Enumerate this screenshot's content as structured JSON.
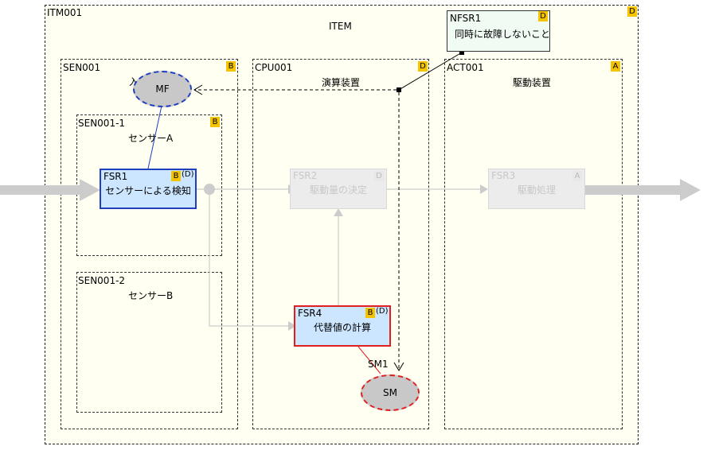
{
  "item": {
    "id": "ITM001",
    "name": "ITEM",
    "asil": "D"
  },
  "nfsr": {
    "id": "NFSR1",
    "name": "同時に故障しないこと",
    "asil": "D"
  },
  "sen001": {
    "id": "SEN001",
    "name": "入",
    "asil": "B"
  },
  "sen001_1": {
    "id": "SEN001-1",
    "name": "センサーA",
    "asil": "B"
  },
  "sen001_2": {
    "id": "SEN001-2",
    "name": "センサーB"
  },
  "cpu": {
    "id": "CPU001",
    "name": "演算装置",
    "asil": "D"
  },
  "act": {
    "id": "ACT001",
    "name": "駆動装置",
    "asil": "A"
  },
  "fsr1": {
    "id": "FSR1",
    "name": "センサーによる検知",
    "asil": "B",
    "asil_sub": "(D)"
  },
  "fsr2": {
    "id": "FSR2",
    "name": "駆動量の決定",
    "asil": "D"
  },
  "fsr3": {
    "id": "FSR3",
    "name": "駆動処理",
    "asil": "A"
  },
  "fsr4": {
    "id": "FSR4",
    "name": "代替値の計算",
    "asil": "B",
    "asil_sub": "(D)"
  },
  "mf": {
    "label": "MF"
  },
  "sm": {
    "label": "SM",
    "link_label": "SM1"
  },
  "colors": {
    "container_fill": "#fffff2",
    "badge": "#f5c400",
    "fsr_fill": "#cce6ff",
    "fsr1_border": "#1f3fbf",
    "fsr4_border": "#e02020",
    "flow": "#cccccc"
  }
}
